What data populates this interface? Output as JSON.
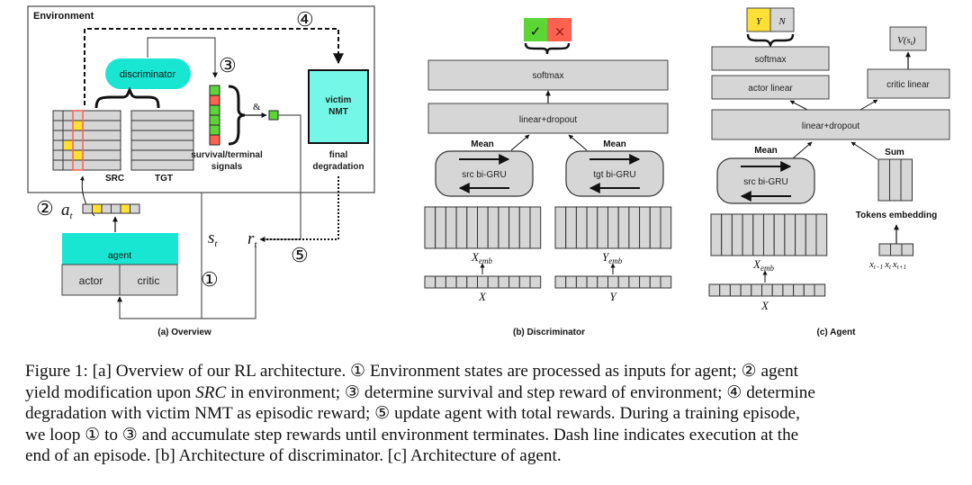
{
  "figure": {
    "overview": {
      "environment_label": "Environment",
      "discriminator_label": "discriminator",
      "src_label": "SRC",
      "tgt_label": "TGT",
      "signals_label_1": "survival/terminal",
      "signals_label_2": "signals",
      "and_symbol": "&",
      "victim_label_1": "victim",
      "victim_label_2": "NMT",
      "final_label_1": "final",
      "final_label_2": "degradation",
      "agent_label": "agent",
      "actor_label": "actor",
      "critic_label": "critic",
      "action_label": "a",
      "action_sub": "t",
      "state_label": "s",
      "state_sub": "t",
      "reward_label": "r",
      "reward_sub": "t",
      "step1": "①",
      "step2": "②",
      "step3": "③",
      "step4": "④",
      "step5": "⑤",
      "signals": [
        "survive",
        "terminal",
        "survive",
        "survive",
        "survive",
        "terminal"
      ],
      "action_vector": [
        0,
        1,
        0,
        0,
        1,
        0
      ],
      "caption": "(a) Overview"
    },
    "discriminator": {
      "output_accept": "✓",
      "output_reject": "×",
      "softmax_label": "softmax",
      "linear_label": "linear+dropout",
      "mean_left": "Mean",
      "mean_right": "Mean",
      "src_gru_label": "src bi-GRU",
      "tgt_gru_label": "tgt bi-GRU",
      "x_emb": "X",
      "x_emb_sub": "emb",
      "y_emb": "Y",
      "y_emb_sub": "emb",
      "x_label": "X",
      "y_label": "Y",
      "caption": "(b) Discriminator"
    },
    "agent": {
      "output_yes": "Y",
      "output_no": "N",
      "softmax_label": "softmax",
      "actor_linear_label": "actor linear",
      "critic_linear_label": "critic linear",
      "value_label": "V(s",
      "value_sub": "t",
      "value_close": ")",
      "linear_label": "linear+dropout",
      "mean_label": "Mean",
      "sum_label": "Sum",
      "src_gru_label": "src bi-GRU",
      "tokens_label": "Tokens embedding",
      "x_emb": "X",
      "x_emb_sub": "emb",
      "x_label": "X",
      "token_prev": "x",
      "token_prev_sub": "t−1",
      "token_cur": "x",
      "token_cur_sub": "t",
      "token_next": "x",
      "token_next_sub": "t+1",
      "caption": "(c) Agent"
    }
  },
  "caption": {
    "lines": [
      {
        "a": "Figure 1: [a] Overview of our RL architecture. ① Environment states are processed as inputs for agent; ② agent"
      },
      {
        "a": "yield modification upon ",
        "it": "SRC",
        "b": " in environment; ③ determine survival and step reward of environment; ④ determine"
      },
      {
        "a": "degradation with victim NMT as episodic reward; ⑤ update agent with total rewards. During a training episode,"
      },
      {
        "a": "we loop ① to ③ and accumulate step rewards until environment terminates. Dash line indicates execution at the"
      },
      {
        "a": "end of an episode. [b] Architecture of discriminator. [c] Architecture of agent."
      }
    ]
  },
  "colors": {
    "cyan": "#19e6d2",
    "cyan_light": "#74f7e6",
    "gray": "#d6d6d6",
    "green": "#5bd636",
    "red": "#ff6150",
    "yellow": "#ffe135",
    "stroke": "#333333"
  }
}
